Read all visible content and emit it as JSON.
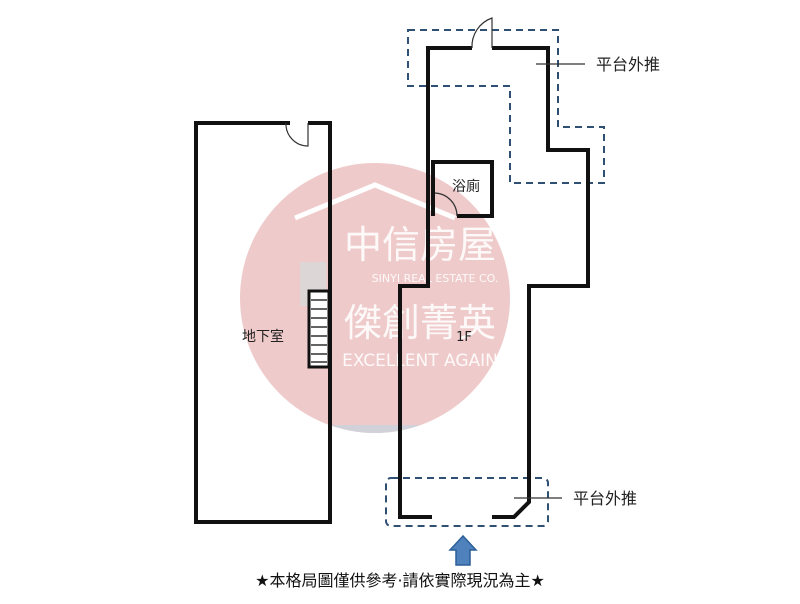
{
  "watermark": {
    "brand_cn": "中信房屋",
    "brand_en": "SINYI REAL ESTATE CO.",
    "store_cn": "傑創菁英",
    "store_en": "EXCELLENT AGAIN",
    "circle_color": "#e8b4b4",
    "band_color": "#c9d2dd"
  },
  "rooms": {
    "basement_label": "地下室",
    "first_floor_label": "1F",
    "bathroom_label": "浴廁"
  },
  "annotations": {
    "platform_top": "平台外推",
    "platform_bottom": "平台外推"
  },
  "footer": {
    "disclaimer": "★本格局圖僅供參考·請依實際現況為主★"
  },
  "colors": {
    "wall": "#111111",
    "dashed_outline": "#2f4f73",
    "entrance_arrow_fill": "#4f81bd",
    "entrance_arrow_stroke": "#2c5f97"
  }
}
